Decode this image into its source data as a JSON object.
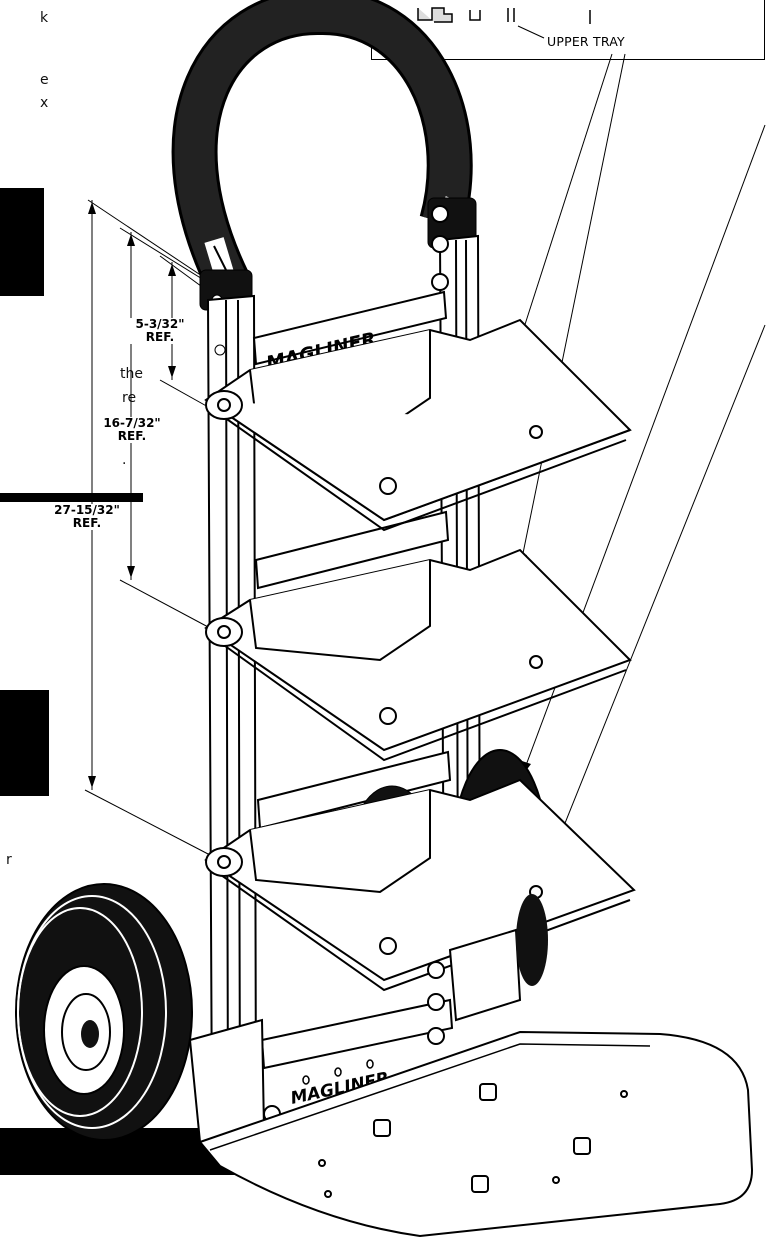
{
  "side_text_fragments": [
    "k",
    "e",
    "x",
    "the",
    "re",
    ".",
    "r"
  ],
  "dimensions": {
    "d1": {
      "value": "5-3/32\"",
      "ref": "REF."
    },
    "d2": {
      "value": "16-7/32\"",
      "ref": "REF."
    },
    "d3": {
      "value": "27-15/32\"",
      "ref": "REF."
    }
  },
  "callout": {
    "label": "UPPER TRAY"
  },
  "brand": {
    "name": "MAGLINER"
  }
}
